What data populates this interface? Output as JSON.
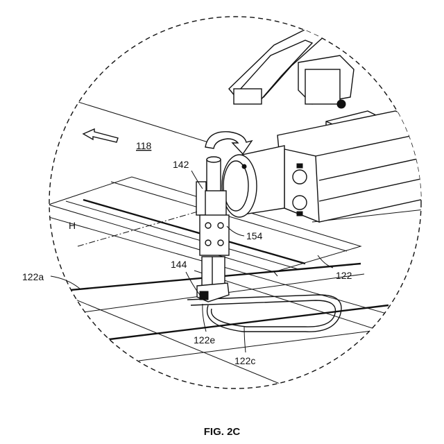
{
  "figure": {
    "caption": "FIG. 2C",
    "labels": {
      "l118": "118",
      "l142": "142",
      "l154": "154",
      "H": "H",
      "l144": "144",
      "l122a": "122a",
      "l122": "122",
      "l122e": "122e",
      "l122c": "122c"
    }
  }
}
